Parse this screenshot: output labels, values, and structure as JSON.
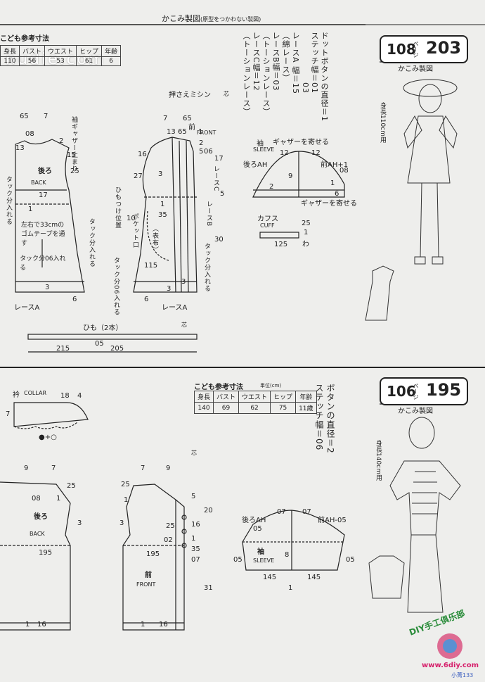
{
  "header": {
    "title": "かこみ製図",
    "subtitle": "(原型をつかわない製図)"
  },
  "watermark": {
    "top": "nudie.com",
    "brand_text": "DIY手工俱乐部",
    "brand_url": "www.6diy.com",
    "brand_small": "小菁133"
  },
  "top": {
    "size_table": {
      "title": "こども参考寸法",
      "headers": [
        "身長",
        "バスト",
        "ウエスト",
        "ヒップ",
        "年齢"
      ],
      "row": [
        "110",
        "56",
        "53",
        "61",
        "6"
      ]
    },
    "badge": {
      "page": "108",
      "unit": "ページ",
      "number": "203",
      "sub": "かこみ製図"
    },
    "notes": [
      "ドットボタンの直径＝1",
      "ステッチ幅＝01",
      "　　　　　　03",
      "レースA 幅＝15",
      "（綿レース）",
      "レースB幅＝03",
      "（トーションレース）",
      "レースC幅＝12",
      "（トーションレース）"
    ],
    "height": "身長110cm用",
    "labels": {
      "back": "後ろ",
      "back_en": "BACK",
      "front": "前",
      "front_en": "FRONT",
      "sleeve": "袖",
      "sleeve_en": "SLEEVE",
      "cuff": "カフス",
      "cuff_en": "CUFF",
      "gather": "ギャザーを寄せる",
      "gather2": "ギャザーを寄せる",
      "back_ah": "後ろAH",
      "front_ah": "前AH+1",
      "lace_a": "レースA",
      "lace_a2": "レースA",
      "lace_b": "レースB",
      "lace_c": "レースC",
      "press_stitch": "押さえミシン",
      "sleeve_gather_stop": "袖ギャザー止まり",
      "elastic": "左右で33cmのゴムテープを通す",
      "tuck_in": "タック分06入れる",
      "tuck_in2": "タック分入れる",
      "tuck_in3": "タック分入れる",
      "tuck_in4": "タック分06入れる",
      "tuck_in5": "タック分入れる",
      "string_pos": "ひもつけ位置",
      "pocket": "ポケット口",
      "cloth": "（表布）",
      "string": "ひも（2本）",
      "wa": "わ",
      "fold": "芯",
      "fold2": "芯"
    },
    "dims": {
      "d65a": "65",
      "d7a": "7",
      "d08a": "08",
      "d2a": "2",
      "d15a": "15",
      "d25a": "25",
      "d17a": "17",
      "d13a": "13",
      "d1a": "1",
      "d3a": "3",
      "d6a": "6",
      "d7b": "7",
      "d65b": "65",
      "d13b": "13",
      "d65c": "65",
      "d1b": "1",
      "d2b": "2",
      "d5a": "5",
      "d06a": "06",
      "d17b": "17",
      "d16a": "16",
      "d27a": "27",
      "d3b": "3",
      "d35a": "35",
      "d1c": "1",
      "d10a": "10",
      "d115a": "115",
      "d3c": "3",
      "d3d": "3",
      "d6b": "6",
      "d30a": "30",
      "d5b": "5",
      "d12a": "12",
      "d12b": "12",
      "d9a": "9",
      "d1d": "1",
      "d08b": "08",
      "d2c": "2",
      "d6c": "6",
      "d125": "125",
      "d25b": "25",
      "d1e": "1",
      "d215": "215",
      "d05a": "05",
      "d205": "205"
    }
  },
  "bottom": {
    "size_table": {
      "title": "こども参考寸法",
      "unit": "単位(cm)",
      "headers": [
        "身長",
        "バスト",
        "ウエスト",
        "ヒップ",
        "年齢"
      ],
      "row": [
        "140",
        "69",
        "62",
        "75",
        "11歳"
      ]
    },
    "badge": {
      "page": "106",
      "unit": "ページ",
      "number": "195",
      "sub": "かこみ製図"
    },
    "notes": [
      "ボタンの直径＝2",
      "ステッチ幅＝06"
    ],
    "height": "身長140cm用",
    "labels": {
      "collar": "衿",
      "collar_en": "COLLAR",
      "back": "後ろ",
      "back_en": "BACK",
      "front": "前",
      "front_en": "FRONT",
      "sleeve": "袖",
      "sleeve_en": "SLEEVE",
      "back_ah": "後ろAH",
      "front_ah": "前AH-05",
      "fold": "芯"
    },
    "dims": {
      "d18": "18",
      "d4": "4",
      "d7c": "7",
      "dot": "●+○",
      "d9b": "9",
      "d7d": "7",
      "d25c": "25",
      "d08c": "08",
      "d1f": "1",
      "d3e": "3",
      "d195a": "195",
      "d1g": "1",
      "d16b": "16",
      "d7e": "7",
      "d9c": "9",
      "d25d": "25",
      "d25e": "25",
      "d1h": "1",
      "d3f": "3",
      "d195b": "195",
      "d1i": "1",
      "d16c": "16",
      "d20": "20",
      "d16d": "16",
      "d02": "02",
      "d35b": "35",
      "d07a": "07",
      "d31": "31",
      "d5c": "5",
      "d1j": "1",
      "d07b": "07",
      "d07c": "07",
      "d05b": "05",
      "d05c": "05",
      "d05d": "05",
      "d8": "8",
      "d145a": "145",
      "d145b": "145",
      "d1k": "1"
    }
  }
}
